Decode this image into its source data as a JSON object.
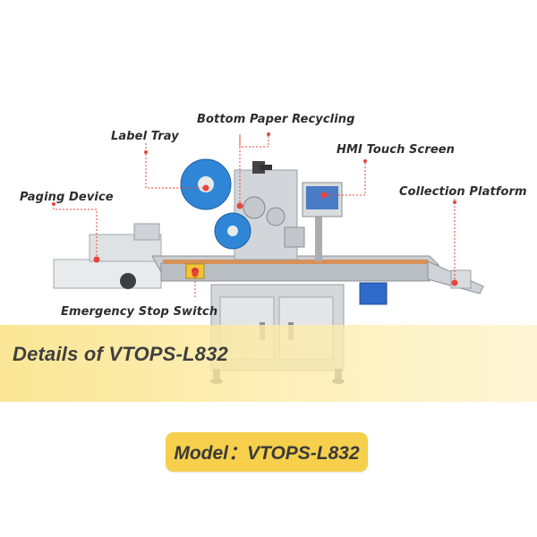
{
  "callouts": {
    "label_tray": "Label Tray",
    "bottom_paper_recycling": "Bottom Paper Recycling",
    "hmi_touch_screen": "HMI Touch Screen",
    "paging_device": "Paging Device",
    "collection_platform": "Collection Platform",
    "emergency_stop_switch": "Emergency Stop Switch"
  },
  "banner": {
    "title": "Details of VTOPS-L832"
  },
  "model": {
    "text": "Model：VTOPS-L832"
  },
  "colors": {
    "callout_red": "#e8453c",
    "banner_yellow": "#fae48c",
    "pill_yellow": "#f6cf4c",
    "machine_blue": "#2f86d6",
    "frame_steel": "#c8ccd0"
  }
}
